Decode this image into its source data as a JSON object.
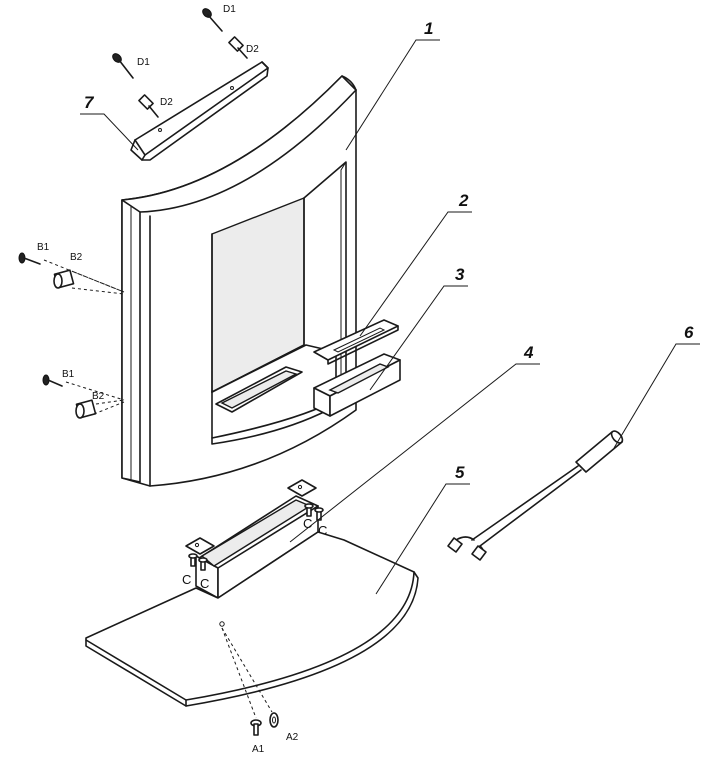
{
  "parts": {
    "p1": "1",
    "p2": "2",
    "p3": "3",
    "p4": "4",
    "p5": "5",
    "p6": "6",
    "p7": "7"
  },
  "fasteners": {
    "d1_top": "D1",
    "d2_top": "D2",
    "d1_left": "D1",
    "d2_left": "D2",
    "b1_top": "B1",
    "b2_top": "B2",
    "b1_bottom": "B1",
    "b2_bottom": "B2",
    "c_left_1": "C",
    "c_left_2": "C",
    "c_right_1": "C",
    "c_right_2": "C",
    "a1": "A1",
    "a2": "A2"
  }
}
